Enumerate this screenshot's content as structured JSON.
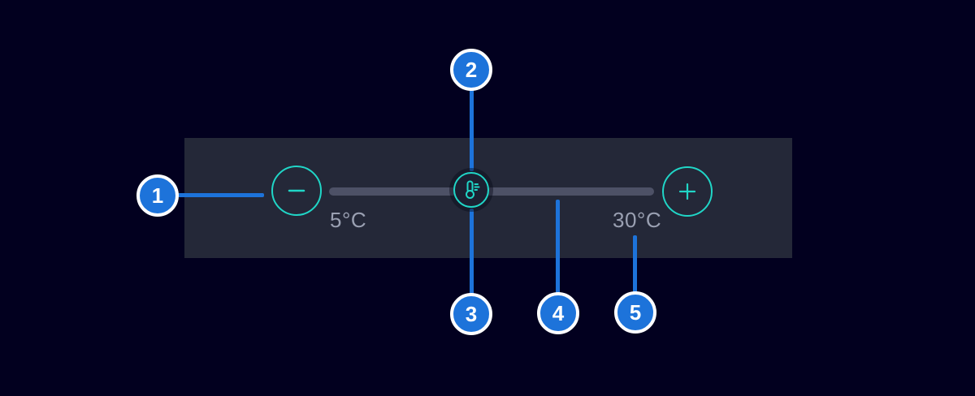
{
  "slider": {
    "min_label": "5°C",
    "max_label": "30°C",
    "icons": {
      "decrease": "minus-icon",
      "increase": "plus-icon",
      "handle": "thermometer-icon"
    }
  },
  "callouts": [
    {
      "number": "1"
    },
    {
      "number": "2"
    },
    {
      "number": "3"
    },
    {
      "number": "4"
    },
    {
      "number": "5"
    }
  ],
  "colors": {
    "background": "#02001f",
    "panel": "#242838",
    "track": "#4d5166",
    "accent_teal": "#20d6c7",
    "callout_blue": "#1d73da",
    "label_gray": "#9aa0b2",
    "badge_ring": "#ffffff",
    "handle_fill": "#1c2032"
  }
}
